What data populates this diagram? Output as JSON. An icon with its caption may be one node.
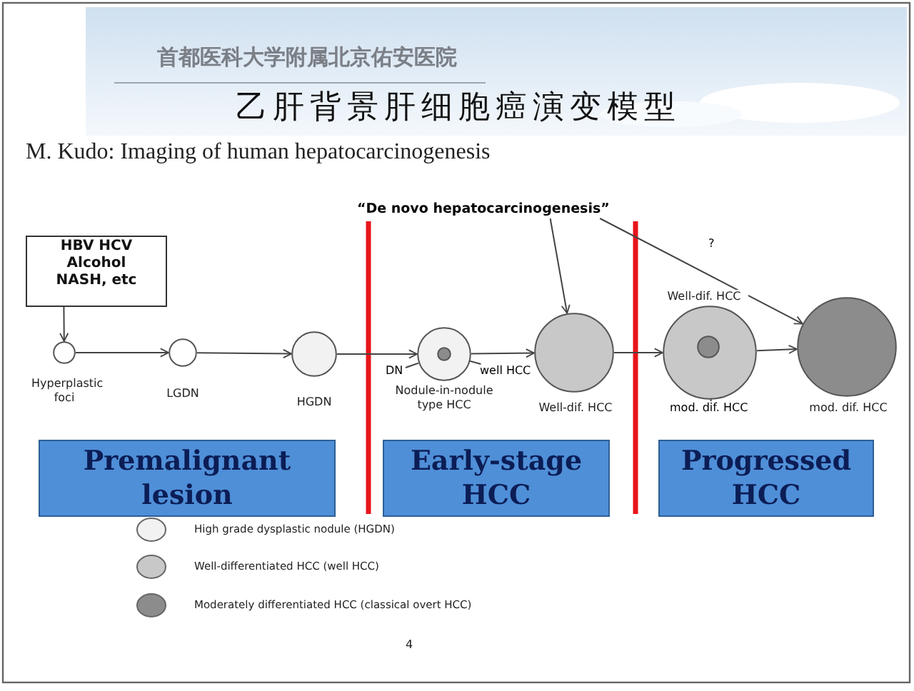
{
  "diagram": {
    "title": "乙肝背景肝细胞癌演变模型",
    "nodes": [
      {
        "text": [
          "HBV HCV Alcohol NASH, etc"
        ]
      },
      {
        "text": [],
        "shape": "circle",
        "beside": [
          "Hyperplastic foci"
        ]
      },
      {
        "text": [],
        "shape": "circle",
        "beside": [
          "LGDN"
        ]
      },
      {
        "text": [],
        "shape": "circle",
        "beside": [
          "HGDN"
        ]
      },
      {
        "text": [],
        "shape": "circle",
        "beside": [
          "Nodule-in-nodule type HCC"
        ]
      },
      {
        "text": [],
        "shape": "circle",
        "in": 4
      },
      {
        "text": [
          "DN"
        ]
      },
      {
        "text": [
          "well HCC"
        ]
      },
      {
        "text": [],
        "shape": "circle",
        "beside": [
          "Well-dif. HCC"
        ]
      },
      {
        "text": [],
        "shape": "circle",
        "beside": [
          "Well-dif. HCC"
        ]
      },
      {
        "text": [],
        "shape": "circle",
        "in": 9
      },
      {
        "text": [
          "mod. dif. HCC"
        ]
      },
      {
        "text": [],
        "shape": "circle",
        "beside": [
          "mod. dif. HCC"
        ]
      },
      {
        "text": [
          "“De novo hepatocarcinogenesis”"
        ]
      },
      {
        "text": [
          "Premalignant lesion"
        ]
      },
      {
        "text": [
          "Early-stage HCC"
        ]
      },
      {
        "text": [
          "Progressed HCC"
        ]
      }
    ],
    "edges": [
      {
        "from": 0,
        "to": 1,
        "arrow": "to"
      },
      {
        "from": 1,
        "to": 2,
        "arrow": "to"
      },
      {
        "from": 2,
        "to": 3,
        "arrow": "to"
      },
      {
        "from": 3,
        "to": 4,
        "arrow": "to"
      },
      {
        "from": 4,
        "to": 8,
        "arrow": "to"
      },
      {
        "from": 8,
        "to": 9,
        "arrow": "to"
      },
      {
        "from": 9,
        "to": 12,
        "arrow": "to"
      },
      {
        "from": 6,
        "to": 4,
        "arrow": "none"
      },
      {
        "from": 7,
        "to": 5,
        "arrow": "none"
      },
      {
        "from": 11,
        "to": 10,
        "arrow": "none"
      },
      {
        "from": 13,
        "to": 8,
        "arrow": "to"
      },
      {
        "from": 13,
        "to": 12,
        "arrow": "to",
        "label": "?"
      }
    ],
    "labels": [
      "首都医科大学附属北京佑安医院",
      "M. Kudo: Imaging of human hepatocarcinogenesis",
      "4"
    ],
    "legend": [
      {
        "text": "High grade dysplastic nodule (HGDN)",
        "color": "#f2f2f2"
      },
      {
        "text": "Well-differentiated HCC (well HCC)",
        "color": "#c8c8c8"
      },
      {
        "text": "Moderately differentiated HCC (classical overt HCC)",
        "color": "#8c8c8c"
      }
    ]
  }
}
